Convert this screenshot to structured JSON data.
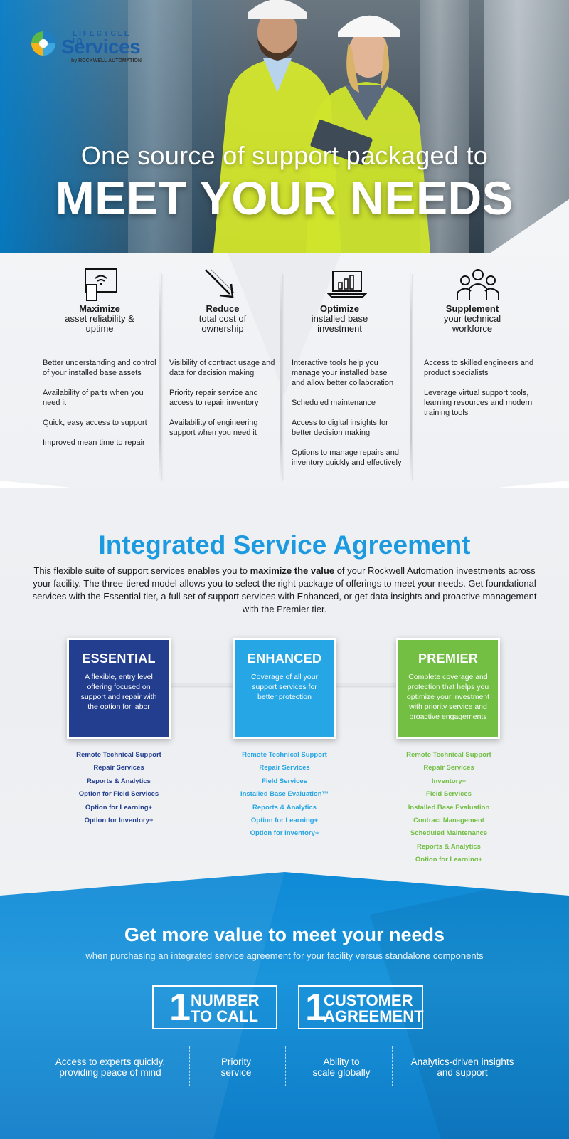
{
  "logo": {
    "line1": "LIFECYCLE IQ",
    "line2": "Services",
    "line3": "by ROCKWELL AUTOMATION"
  },
  "hero": {
    "subtitle": "One source of support packaged to",
    "title": "MEET YOUR NEEDS"
  },
  "features": [
    {
      "icon": "wifi-device-icon",
      "title": "Maximize",
      "subtitle": "asset reliability & uptime",
      "items": [
        "Better understanding and control of your installed base assets",
        "Availability of parts when you need it",
        "Quick, easy access to support",
        "Improved mean time to repair"
      ]
    },
    {
      "icon": "arrow-down-right-icon",
      "title": "Reduce",
      "subtitle": "total cost of ownership",
      "items": [
        "Visibility of contract usage and data for decision making",
        "Priority repair service and access to repair inventory",
        "Availability of engineering support when you need it"
      ]
    },
    {
      "icon": "laptop-chart-icon",
      "title": "Optimize",
      "subtitle": "installed base investment",
      "items": [
        "Interactive tools help you manage your installed base and allow better collaboration",
        "Scheduled maintenance",
        "Access to digital insights for better decision making",
        "Options to manage repairs and inventory quickly and effectively"
      ]
    },
    {
      "icon": "people-group-icon",
      "title": "Supplement",
      "subtitle": "your technical workforce",
      "items": [
        "Access to skilled engineers and product specialists",
        "Leverage virtual support tools, learning resources and modern training tools"
      ]
    }
  ],
  "isa": {
    "title": "Integrated Service Agreement",
    "text_pre": "This flexible suite of support services enables you to ",
    "text_bold": "maximize the value",
    "text_post": " of your Rockwell Automation investments across your facility. The three-tiered model allows you to select the right package of offerings to meet your needs. Get foundational services with the Essential tier, a full set of support services with Enhanced, or get data insights and proactive management with the Premier tier."
  },
  "tiers": [
    {
      "name": "ESSENTIAL",
      "color": "#233e8f",
      "desc": "A flexible, entry level offering focused on support and repair with the option for labor",
      "items": [
        "Remote Technical Support",
        "Repair Services",
        "Reports & Analytics",
        "Option for Field Services",
        "Option for Learning+",
        "Option for Inventory+"
      ]
    },
    {
      "name": "ENHANCED",
      "color": "#27a6e5",
      "desc": "Coverage of all your support services for better protection",
      "items": [
        "Remote Technical Support",
        "Repair Services",
        "Field Services",
        "Installed Base Evaluation™",
        "Reports & Analytics",
        "Option for Learning+",
        "Option for Inventory+"
      ]
    },
    {
      "name": "PREMIER",
      "color": "#72bf44",
      "desc": "Complete coverage and protection that helps you optimize your investment with priority service and proactive engagements",
      "items": [
        "Remote Technical Support",
        "Repair Services",
        "Inventory+",
        "Field Services",
        "Installed Base Evaluation",
        "Contract Management",
        "Scheduled Maintenance",
        "Reports & Analytics",
        "Option for Learning+"
      ]
    }
  ],
  "value": {
    "title": "Get more value to meet your needs",
    "subtitle": "when purchasing an integrated service agreement for your facility versus standalone components",
    "boxes": [
      {
        "num": "1",
        "line1": "NUMBER",
        "line2": "TO CALL"
      },
      {
        "num": "1",
        "line1": "CUSTOMER",
        "line2": "AGREEMENT"
      }
    ],
    "benefits": [
      {
        "line1": "Access to experts quickly,",
        "line2": "providing peace of mind"
      },
      {
        "line1": "Priority",
        "line2": "service"
      },
      {
        "line1": "Ability to",
        "line2": "scale globally"
      },
      {
        "line1": "Analytics-driven insights",
        "line2": "and support"
      }
    ]
  }
}
